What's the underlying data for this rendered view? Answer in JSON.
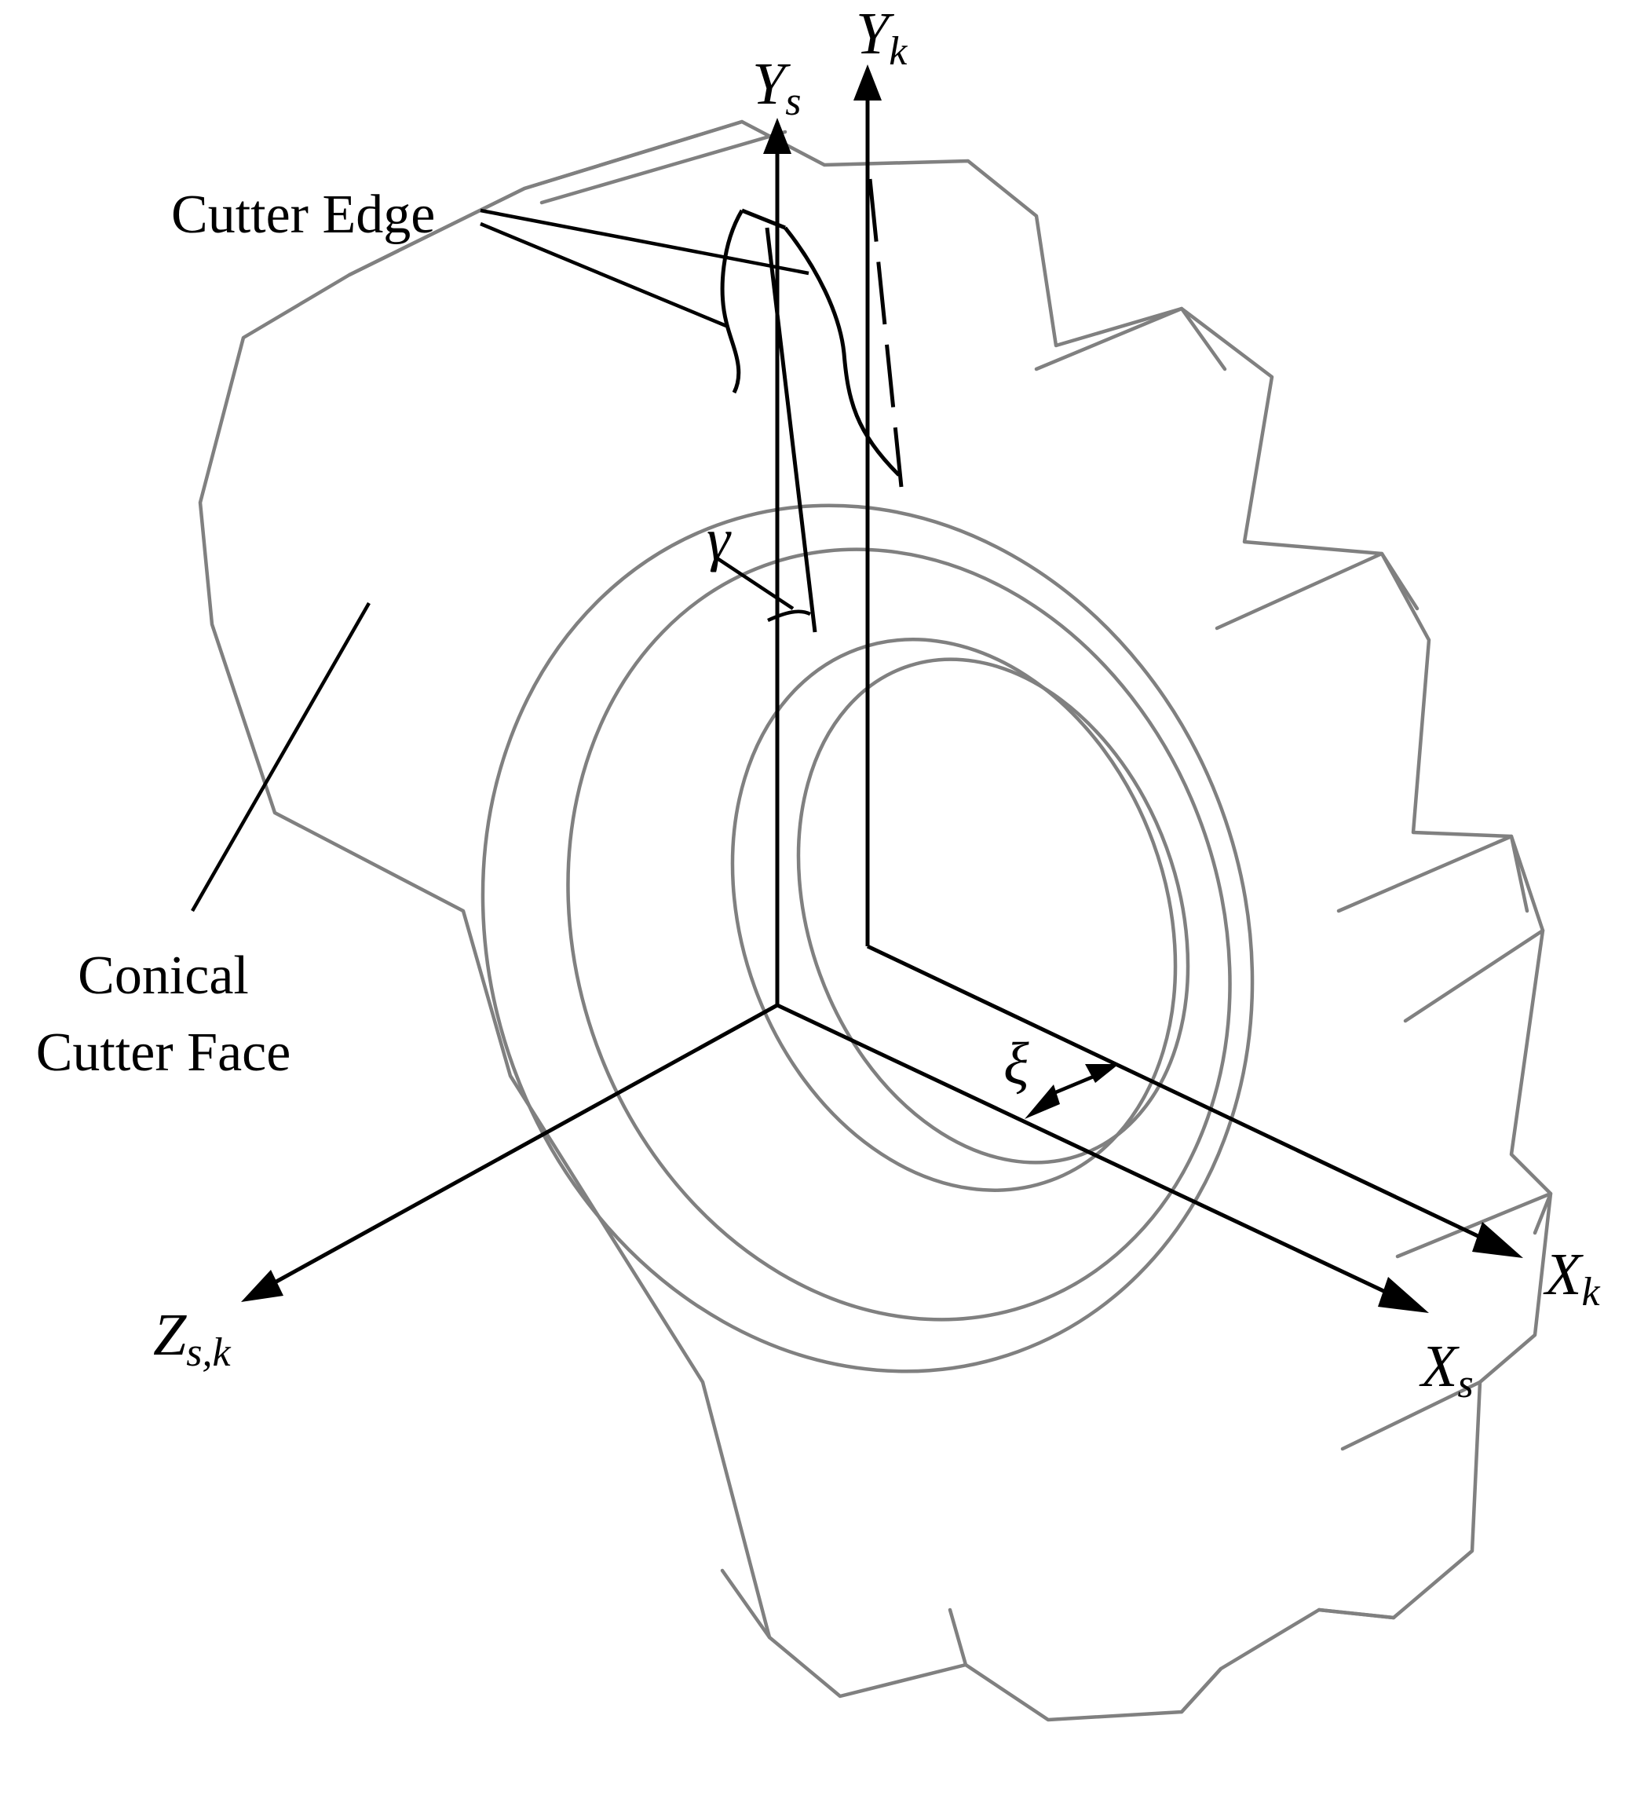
{
  "labels": {
    "cutter_edge": "Cutter Edge",
    "conical_line1": "Conical",
    "conical_line2": "Cutter Face"
  },
  "axes": {
    "ys": {
      "main": "Y",
      "sub": "s"
    },
    "yk": {
      "main": "Y",
      "sub": "k"
    },
    "xs": {
      "main": "X",
      "sub": "s"
    },
    "xk": {
      "main": "X",
      "sub": "k"
    },
    "zsk": {
      "main": "Z",
      "sub": "s,k"
    }
  },
  "symbols": {
    "gamma": "γ",
    "xi": "ξ"
  },
  "colors": {
    "gear_stroke": "#808080",
    "ink": "#000000",
    "background": "#ffffff"
  },
  "gear": {
    "teeth": 16
  }
}
